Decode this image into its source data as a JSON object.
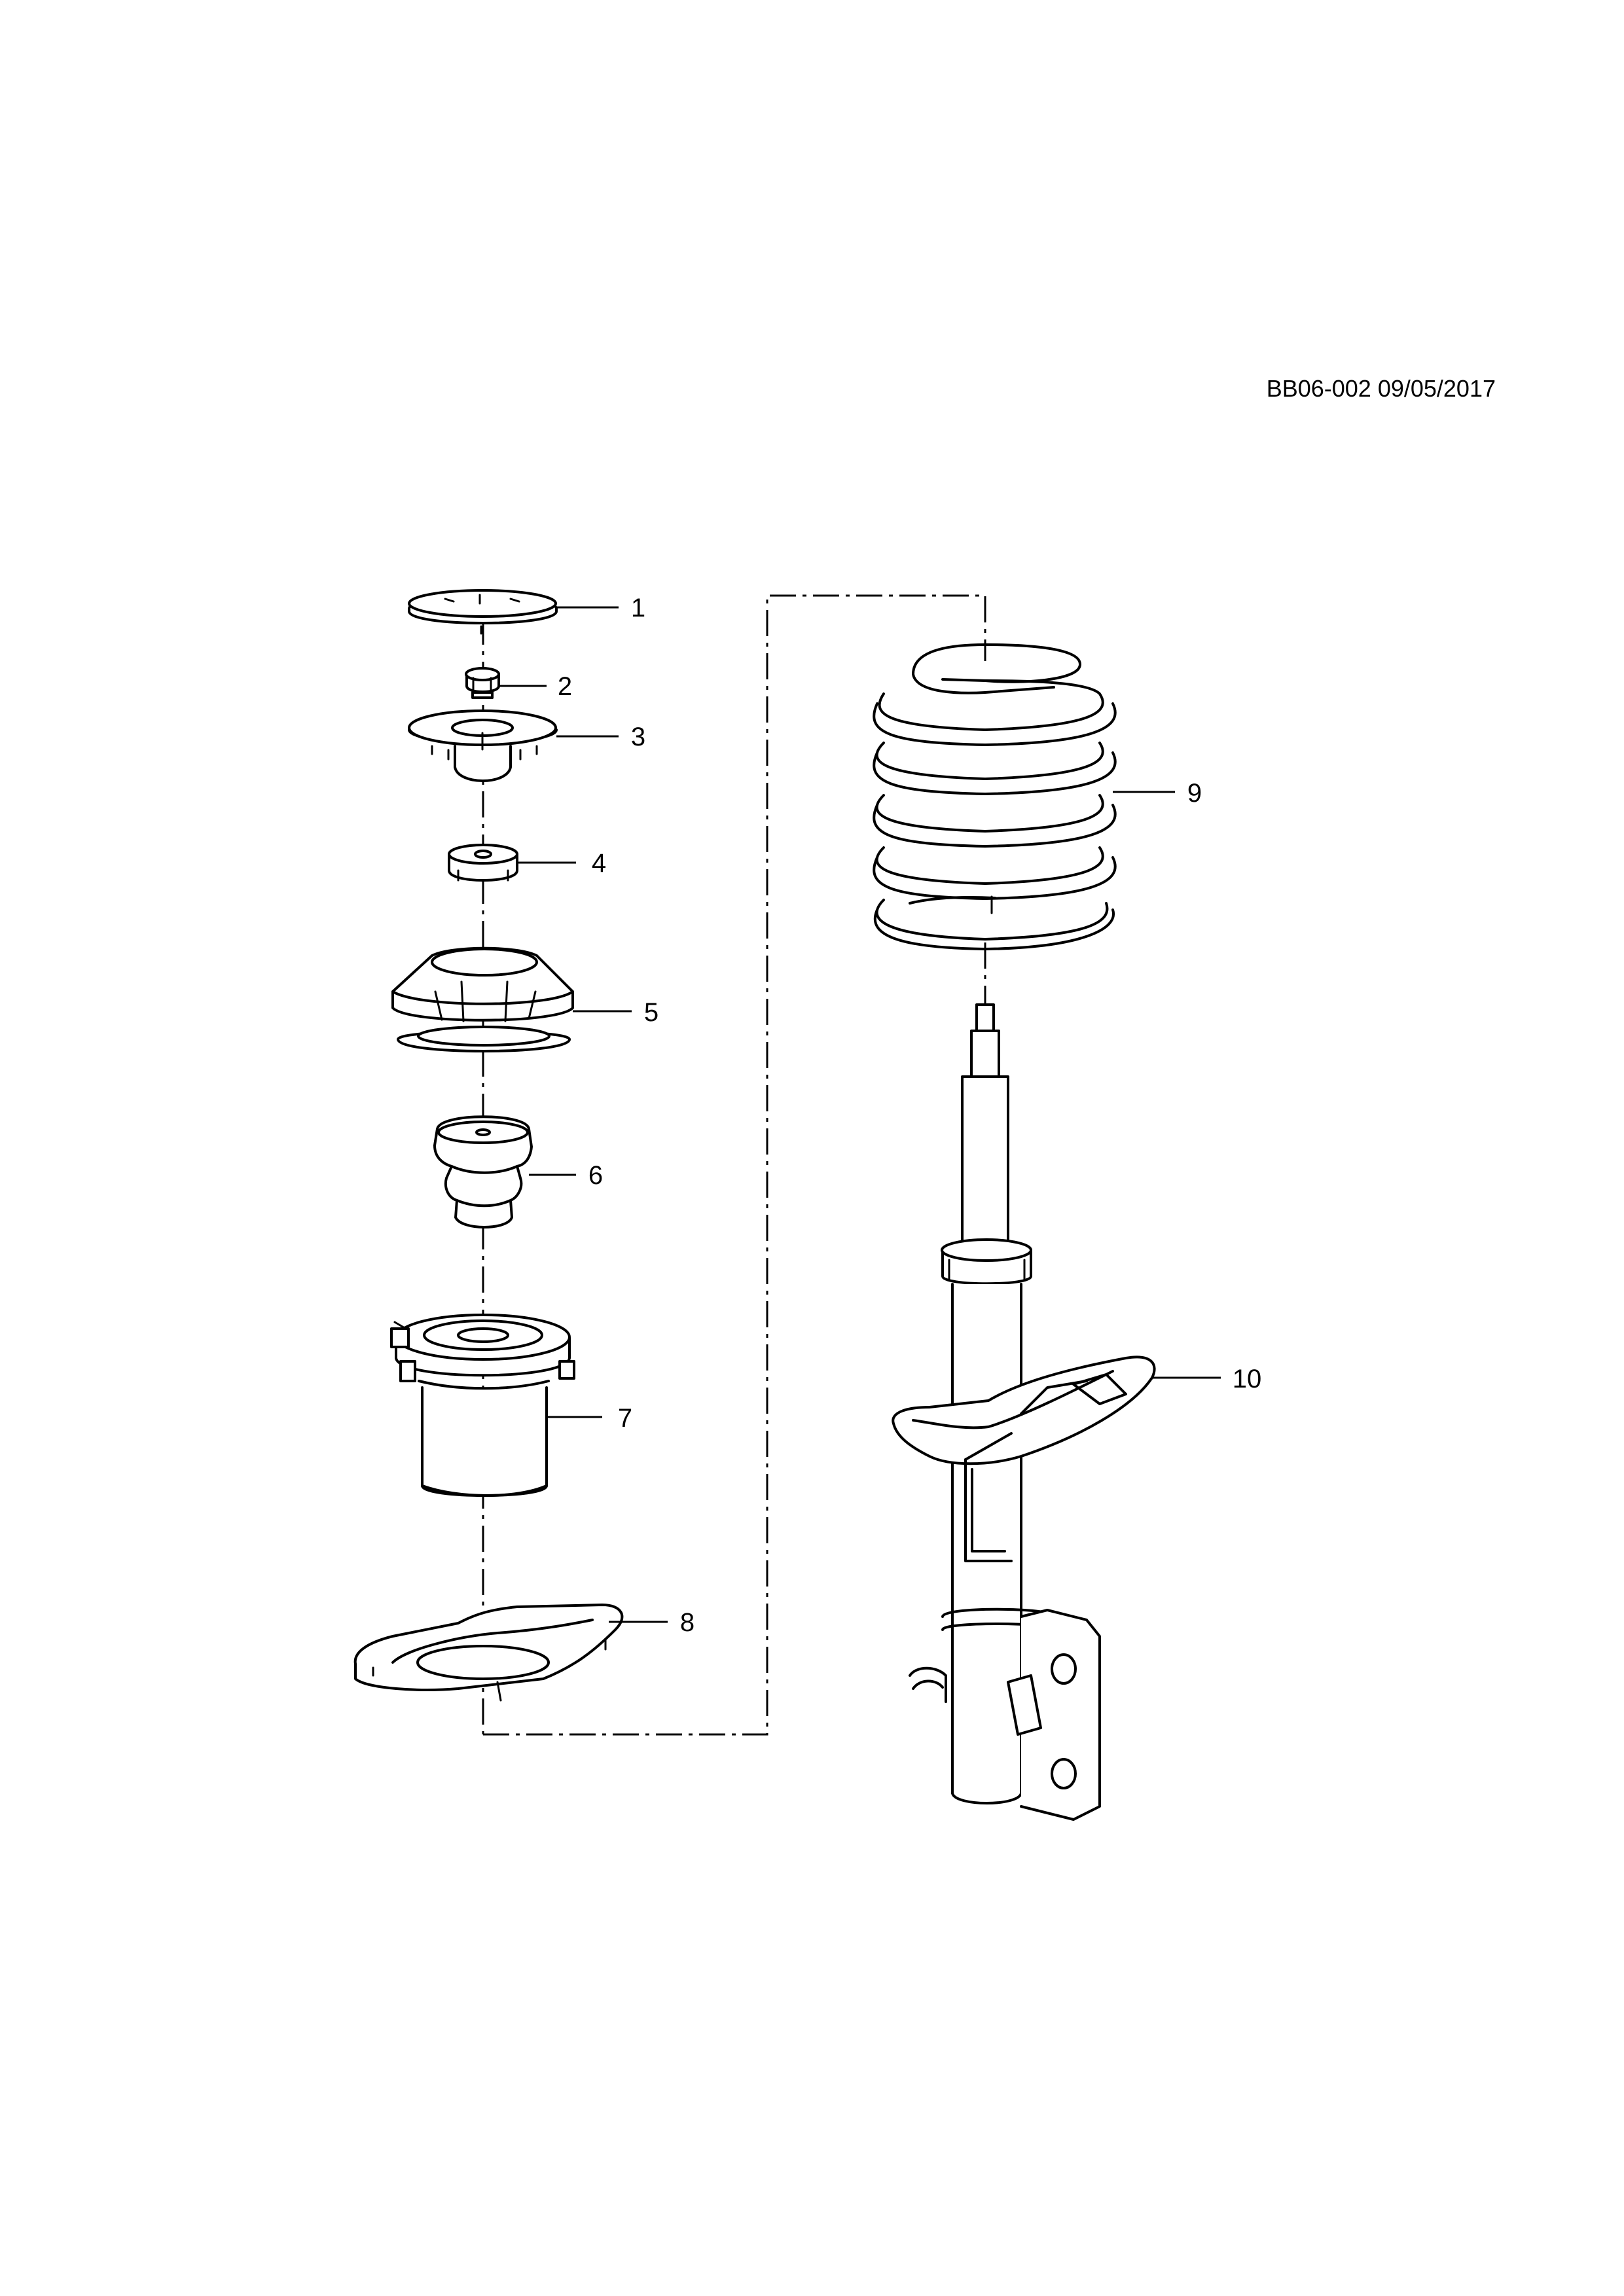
{
  "document": {
    "reference": "BB06-002 09/05/2017"
  },
  "callouts": [
    {
      "number": "1"
    },
    {
      "number": "2"
    },
    {
      "number": "3"
    },
    {
      "number": "4"
    },
    {
      "number": "5"
    },
    {
      "number": "6"
    },
    {
      "number": "7"
    },
    {
      "number": "8"
    },
    {
      "number": "9"
    },
    {
      "number": "10"
    }
  ],
  "colors": {
    "line": "#000000",
    "background": "#ffffff"
  }
}
